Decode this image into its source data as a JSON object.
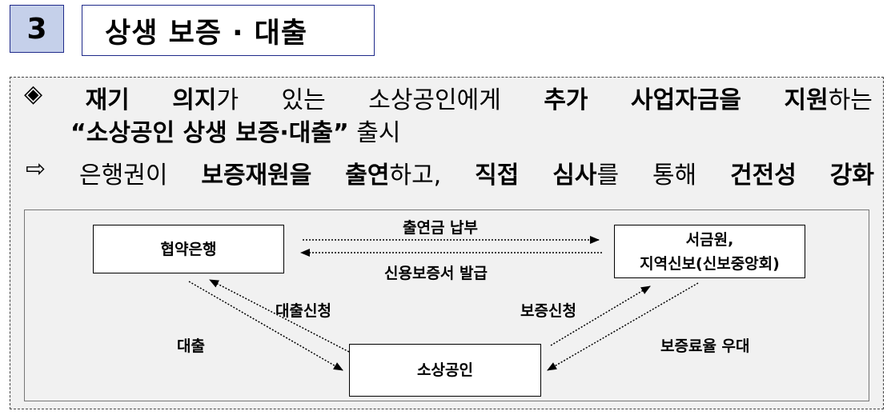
{
  "header": {
    "number": "3",
    "title": "상생 보증 · 대출"
  },
  "summary": {
    "bullet_symbol": "◈",
    "line1_parts": [
      "재기",
      "의지",
      "가",
      "있는",
      "소상공인",
      "에게",
      "추가",
      "사업자금을",
      "지원",
      "하는"
    ],
    "line2_bold": "“소상공인 상생 보증·대출”",
    "line2_rest": "출시",
    "arrow_symbol": "⇨",
    "line3_parts": [
      "은행권이",
      "보증재원을",
      "출연",
      "하고,",
      "직접",
      "심사",
      "를",
      "통해",
      "건전성",
      "강화"
    ]
  },
  "diagram": {
    "bank": "협약은행",
    "guarantor_line1": "서금원,",
    "guarantor_line2": "지역신보(신보중앙회)",
    "merchant": "소상공인",
    "contribution": "출연금 납부",
    "guarantee_cert": "신용보증서 발급",
    "loan_request": "대출신청",
    "loan": "대출",
    "guarantee_request": "보증신청",
    "fee_discount": "보증료율 우대"
  }
}
